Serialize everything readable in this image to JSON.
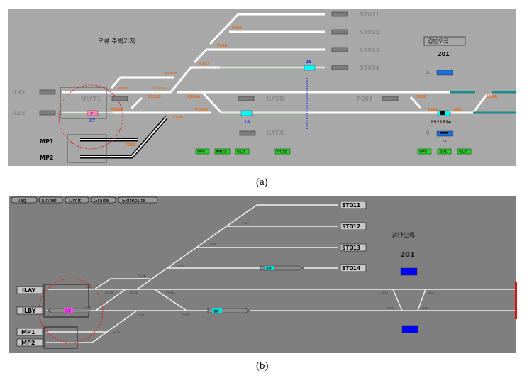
{
  "panel_a": {
    "caption": "(a)",
    "yard_title": "오류 주박기지",
    "station_box": "검단오류",
    "station_number": "201",
    "tracks": {
      "ilay": "ILAY",
      "ilby": "ILBY",
      "mp1": "MP1",
      "mp2": "MP2",
      "ulyt1": "ULYT1",
      "ilyen": "ILYEN",
      "ilyex": "ILYEX",
      "p201_block": "P201"
    },
    "stabling": [
      "ST011",
      "ST012",
      "ST013",
      "ST014"
    ],
    "points": [
      "P209",
      "P208",
      "P207",
      "P205B",
      "P201",
      "P205A",
      "P202B",
      "P206A",
      "P203A",
      "P206B",
      "P204",
      "P203",
      "101A",
      "101B",
      "102B",
      "102A"
    ],
    "platforms": {
      "a": "A",
      "b": "B"
    },
    "trains": {
      "pink_id": "T",
      "pink_number": "37",
      "cyan1_number": "18",
      "cyan2_number": "29",
      "train_code": "0922714",
      "platform_b_number": "77"
    },
    "buttons_left": [
      "UPS",
      "YRD1",
      "GLD",
      "YRD2"
    ],
    "buttons_right": [
      "UPS",
      "201",
      "GLD"
    ],
    "colors": {
      "background": "#a8a8a8",
      "track": "#ffffff",
      "occupied": "#00ffff",
      "platform": "#1a6fe0",
      "point_label": "#e06a1a"
    }
  },
  "panel_b": {
    "caption": "(b)",
    "toolbar": [
      "Tag",
      "Tunnel",
      "Limit",
      "Grade",
      "ExitRoute"
    ],
    "station_title": "검단오류",
    "station_number": "201",
    "tracks": {
      "ilay": "ILAY",
      "ilby": "ILBY",
      "mp1": "MP1",
      "mp2": "MP2"
    },
    "stabling": [
      "ST011",
      "ST012",
      "ST013",
      "ST014"
    ],
    "points": [
      "P209",
      "P208",
      "P207",
      "P205B",
      "P201",
      "P202B",
      "P205A",
      "P206A",
      "P203A",
      "P204",
      "P206B",
      "P203",
      "101A",
      "102A",
      "101B",
      "102B"
    ],
    "trains": {
      "t1": "37",
      "t2": "18",
      "t3": "29"
    },
    "colors": {
      "background": "#7f7f7f",
      "platform": "#0000ff",
      "limit": "#e01010"
    }
  }
}
